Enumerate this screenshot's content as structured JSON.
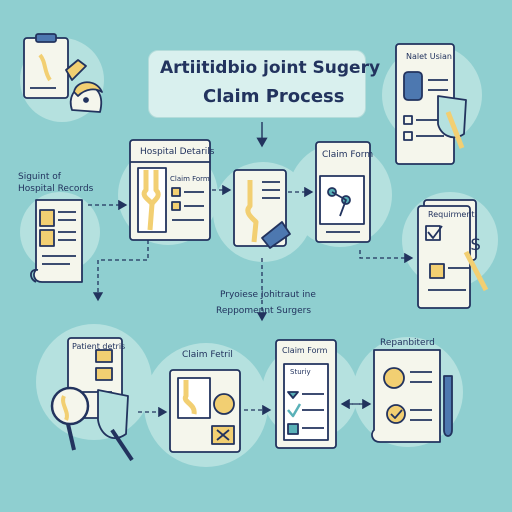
{
  "title": {
    "line1": "Artiitidbio joint Sugery",
    "line2": "Claim Process"
  },
  "nodes": {
    "hospital_records": {
      "line1": "Siguint of",
      "line2": "Hospital Records"
    },
    "hospital_details": {
      "title": "Hospital Detarils",
      "subtitle": "Claim Form"
    },
    "claim_form_top": {
      "title": "Claim Form"
    },
    "nalet_usian": {
      "title": "Nalet Usian"
    },
    "requirement": {
      "title": "Requirment"
    },
    "center_note": {
      "line1": "Pryoiese Johitraut ine",
      "line2": "Reppomennt Surgers"
    },
    "patient_details": {
      "title": "Patient detris"
    },
    "claim_fetril": {
      "title": "Claim Fetril"
    },
    "claim_form_bottom": {
      "title": "Claim Form",
      "subtitle": "Sturiy"
    },
    "repanbiterd": {
      "title": "Repanbiterd"
    }
  },
  "colors": {
    "background": "#8fcfd0",
    "circle": "#b5e1df",
    "paper": "#f5f6ec",
    "ink": "#22335e",
    "bone": "#f2cf72",
    "accent_blue": "#4d78b0",
    "accent_teal": "#5ab1b8"
  }
}
